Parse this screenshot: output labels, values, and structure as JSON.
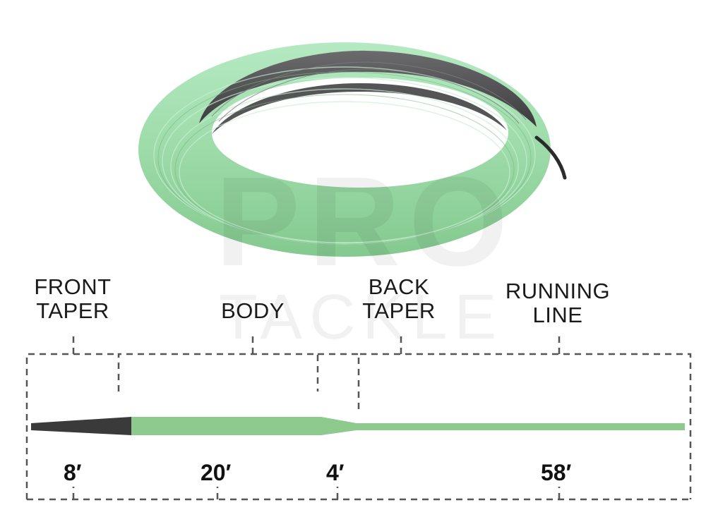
{
  "watermark": {
    "line1": "PRO",
    "line2": "TACKLE"
  },
  "sections": [
    {
      "id": "front-taper",
      "label_line1": "FRONT",
      "label_line2": "TAPER",
      "length": "8′"
    },
    {
      "id": "body",
      "label_line1": "BODY",
      "label_line2": "",
      "length": "20′"
    },
    {
      "id": "back-taper",
      "label_line1": "BACK",
      "label_line2": "TAPER",
      "length": "4′"
    },
    {
      "id": "running-line",
      "label_line1": "RUNNING",
      "label_line2": "LINE",
      "length": "58′"
    }
  ],
  "colors": {
    "line_green": "#8ec98d",
    "line_dark": "#3a3a3a",
    "coil_green": "#9fdcae",
    "coil_grey": "#4d4d4f",
    "dash": "#555555"
  }
}
